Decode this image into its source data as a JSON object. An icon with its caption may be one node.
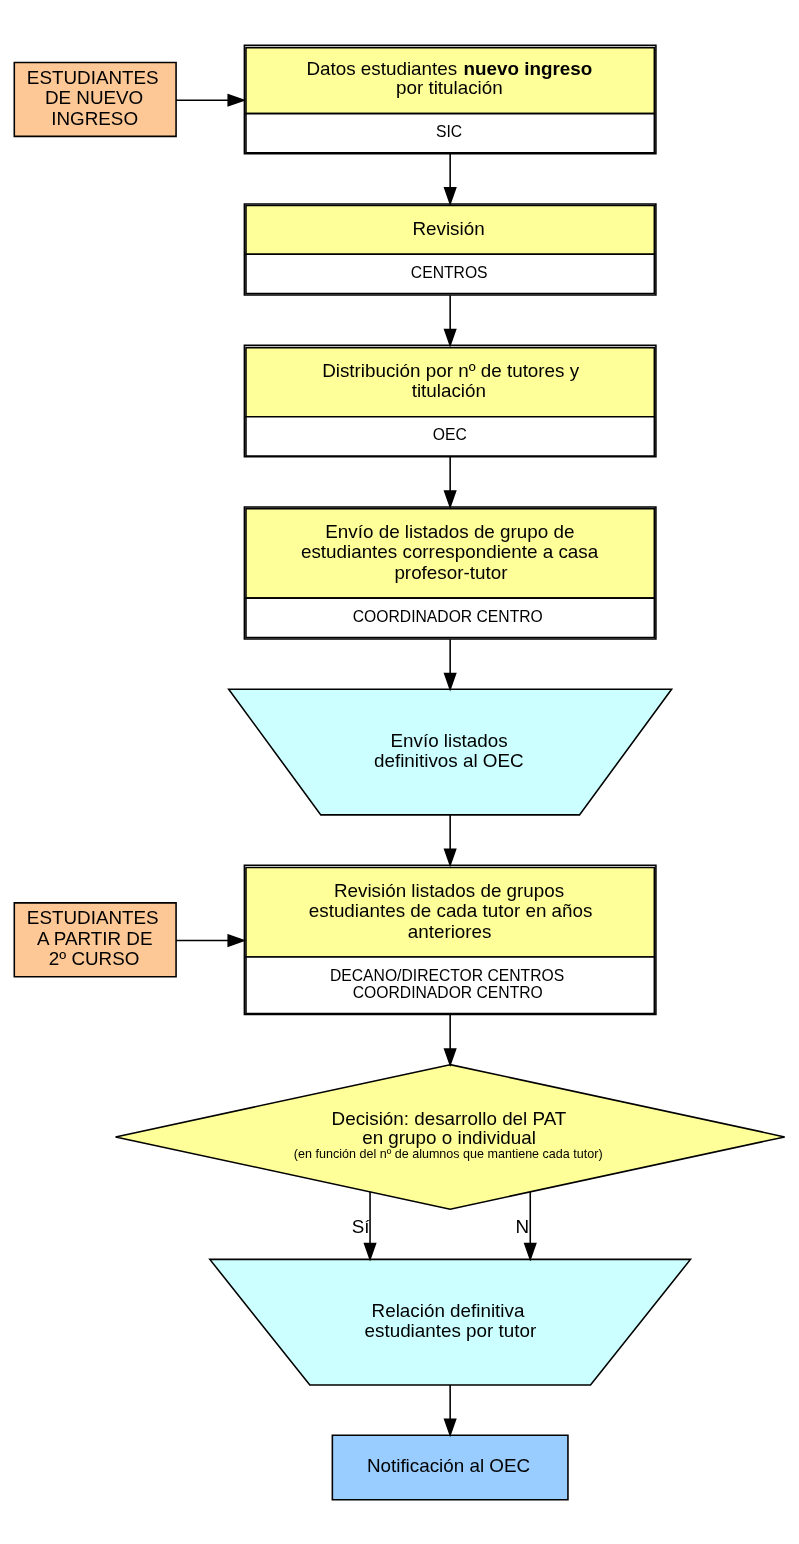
{
  "diagram": {
    "nodes": [
      {
        "text": [
          "ESTUDIANTES DE NUEVO INGRESO"
        ]
      },
      {
        "text": [
          "Datos estudiantes **nuevo ingreso** por titulación",
          "SIC"
        ]
      },
      {
        "text": [
          "Revisión",
          "CENTROS"
        ]
      },
      {
        "text": [
          "Distribución por nº de tutores y titulación",
          "OEC"
        ]
      },
      {
        "text": [
          "Envío de listados de grupo de estudiantes correspondiente a casa profesor-tutor",
          "COORDINADOR CENTRO"
        ]
      },
      {
        "text": [
          "Envío listados definitivos al OEC"
        ]
      },
      {
        "text": [
          "ESTUDIANTES A PARTIR DE 2º CURSO"
        ]
      },
      {
        "text": [
          "Revisión listados de grupos estudiantes de cada tutor en años anteriores",
          "DECANO/DIRECTOR CENTROS COORDINADOR CENTRO"
        ]
      },
      {
        "text": [
          "Decisión: desarrollo del PAT en grupo o individual",
          "(en función del nº de alumnos que mantiene cada tutor)"
        ]
      },
      {
        "text": [
          "Relación definitiva estudiantes por tutor"
        ]
      },
      {
        "text": [
          "Notificación al OEC"
        ]
      }
    ],
    "edges": [
      {
        "from": 0,
        "to": 1,
        "arrow": "to"
      },
      {
        "from": 1,
        "to": 2,
        "arrow": "to"
      },
      {
        "from": 2,
        "to": 3,
        "arrow": "to"
      },
      {
        "from": 3,
        "to": 4,
        "arrow": "to"
      },
      {
        "from": 4,
        "to": 5,
        "arrow": "to"
      },
      {
        "from": 5,
        "to": 7,
        "arrow": "to"
      },
      {
        "from": 6,
        "to": 7,
        "arrow": "to"
      },
      {
        "from": 7,
        "to": 8,
        "arrow": "to"
      },
      {
        "from": 8,
        "to": 9,
        "label": "Sí",
        "arrow": "to"
      },
      {
        "from": 8,
        "to": 9,
        "label": "N",
        "arrow": "to"
      },
      {
        "from": 9,
        "to": 10,
        "arrow": "to"
      }
    ]
  }
}
